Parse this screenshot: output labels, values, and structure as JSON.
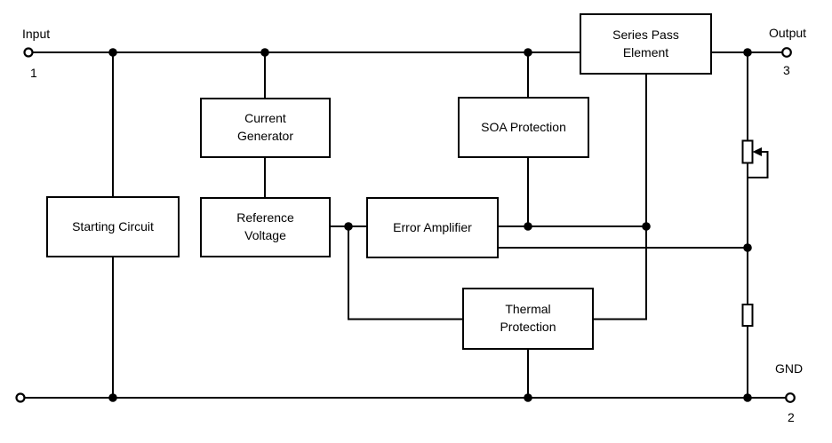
{
  "diagram_type": "voltage-regulator-block-diagram",
  "terminals": {
    "input": {
      "label": "Input",
      "pin": "1"
    },
    "output": {
      "label": "Output",
      "pin": "3"
    },
    "ground": {
      "label": "GND",
      "pin": "2"
    }
  },
  "blocks": {
    "starting_circuit": {
      "label": "Starting Circuit"
    },
    "current_generator": {
      "label": "Current\nGenerator"
    },
    "reference_voltage": {
      "label": "Reference\nVoltage"
    },
    "error_amplifier": {
      "label": "Error Amplifier"
    },
    "soa_protection": {
      "label": "SOA Protection"
    },
    "series_pass_element": {
      "label": "Series Pass\nElement"
    },
    "thermal_protection": {
      "label": "Thermal\nProtection"
    }
  },
  "components": {
    "adjustable_resistor": "adjustable-resistor (wiper arrow tied to lower end)",
    "fixed_resistor": "fixed-resistor"
  },
  "colors": {
    "line": "#000000",
    "background": "#ffffff",
    "text": "#000000"
  }
}
